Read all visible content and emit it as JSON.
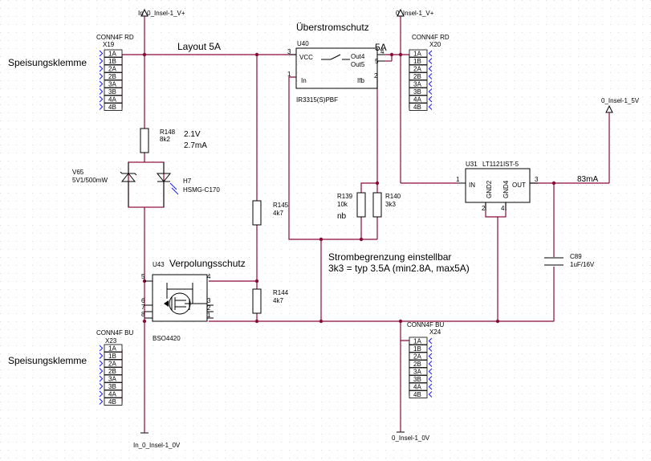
{
  "nets": {
    "in_top": "In_0_Insel-1_V+",
    "out_top": "0_Insel-1_V+",
    "out_5v": "0_Insel-1_5V",
    "in_bottom": "In_0_Insel-1_0V",
    "out_bottom": "0_Insel-1_0V"
  },
  "labels": {
    "speisung_top": "Speisungsklemme",
    "speisung_bottom": "Speisungsklemme",
    "layout": "Layout 5A",
    "ueberstrom": "Überstromschutz",
    "five_a": "5A",
    "verpolung": "Verpolungsschutz",
    "strom_line1": "Strombegrenzung einstellbar",
    "strom_line2": "3k3 = typ 3.5A (min2.8A, max5A)",
    "led_v": "2.1V",
    "led_i": "2.7mA",
    "current_83": "83mA",
    "nb": "nb"
  },
  "connectors": [
    {
      "type": "CONN4F RD",
      "ref": "X19",
      "pins": [
        "1A",
        "1B",
        "2A",
        "2B",
        "3A",
        "3B",
        "4A",
        "4B"
      ]
    },
    {
      "type": "CONN4F RD",
      "ref": "X20",
      "pins": [
        "1A",
        "1B",
        "2A",
        "2B",
        "3A",
        "3B",
        "4A",
        "4B"
      ]
    },
    {
      "type": "CONN4F BU",
      "ref": "X23",
      "pins": [
        "1A",
        "1B",
        "2A",
        "2B",
        "3A",
        "3B",
        "4A",
        "4B"
      ]
    },
    {
      "type": "CONN4F BU",
      "ref": "X24",
      "pins": [
        "1A",
        "1B",
        "2A",
        "2B",
        "3A",
        "3B",
        "4A",
        "4B"
      ]
    }
  ],
  "u40": {
    "ref": "U40",
    "part": "IR3315(S)PBF",
    "vcc": "VCC",
    "out4": "Out4",
    "out5": "Out5",
    "in": "In",
    "ifb": "Ifb",
    "pin3": "3",
    "pin4": "4",
    "pin5": "5",
    "pin1": "1",
    "pin2": "2"
  },
  "u31": {
    "ref": "U31",
    "part": "LT1121IST-5",
    "in": "IN",
    "out": "OUT",
    "gnd2": "GND2",
    "gnd4": "GND4",
    "pin1": "1",
    "pin3": "3",
    "pin2": "2",
    "pin4": "4"
  },
  "u43": {
    "ref": "U43",
    "part": "BSO4420",
    "pins": [
      "5",
      "6",
      "7",
      "8",
      "4",
      "3",
      "2",
      "1"
    ]
  },
  "r148": {
    "ref": "R148",
    "value": "8k2"
  },
  "v65": {
    "ref": "V65",
    "value": "5V1/500mW"
  },
  "h7": {
    "ref": "H7",
    "value": "HSMG-C170"
  },
  "r145": {
    "ref": "R145",
    "value": "4k7"
  },
  "r144": {
    "ref": "R144",
    "value": "4k7"
  },
  "r139": {
    "ref": "R139",
    "value": "10k"
  },
  "r140": {
    "ref": "R140",
    "value": "3k3"
  },
  "c89": {
    "ref": "C89",
    "value": "1uF/16V"
  }
}
